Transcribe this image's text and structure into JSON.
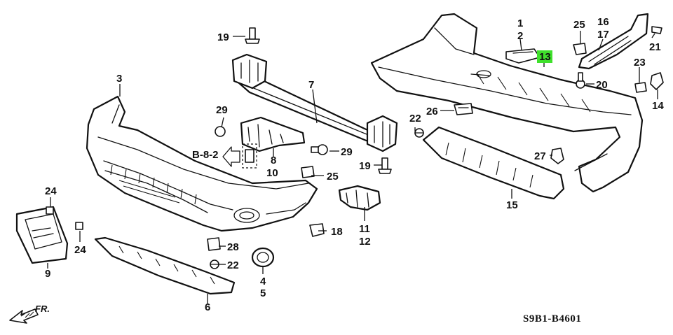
{
  "callouts": {
    "c1": "1",
    "c2": "2",
    "c3": "3",
    "c4": "4",
    "c5": "5",
    "c6": "6",
    "c7": "7",
    "c8": "8",
    "c9": "9",
    "c10": "10",
    "c11": "11",
    "c12": "12",
    "c13": "13",
    "c14": "14",
    "c15": "15",
    "c16": "16",
    "c17": "17",
    "c18": "18",
    "c19a": "19",
    "c19b": "19",
    "c20": "20",
    "c21": "21",
    "c22a": "22",
    "c22b": "22",
    "c23": "23",
    "c24a": "24",
    "c24b": "24",
    "c25a": "25",
    "c25b": "25",
    "c26": "26",
    "c27": "27",
    "c28": "28",
    "c29a": "29",
    "c29b": "29"
  },
  "reference_label": "B-8-2",
  "diagram_code": "S9B1-B4601",
  "direction_label": "FR.",
  "highlight_color": "#3fe12c"
}
